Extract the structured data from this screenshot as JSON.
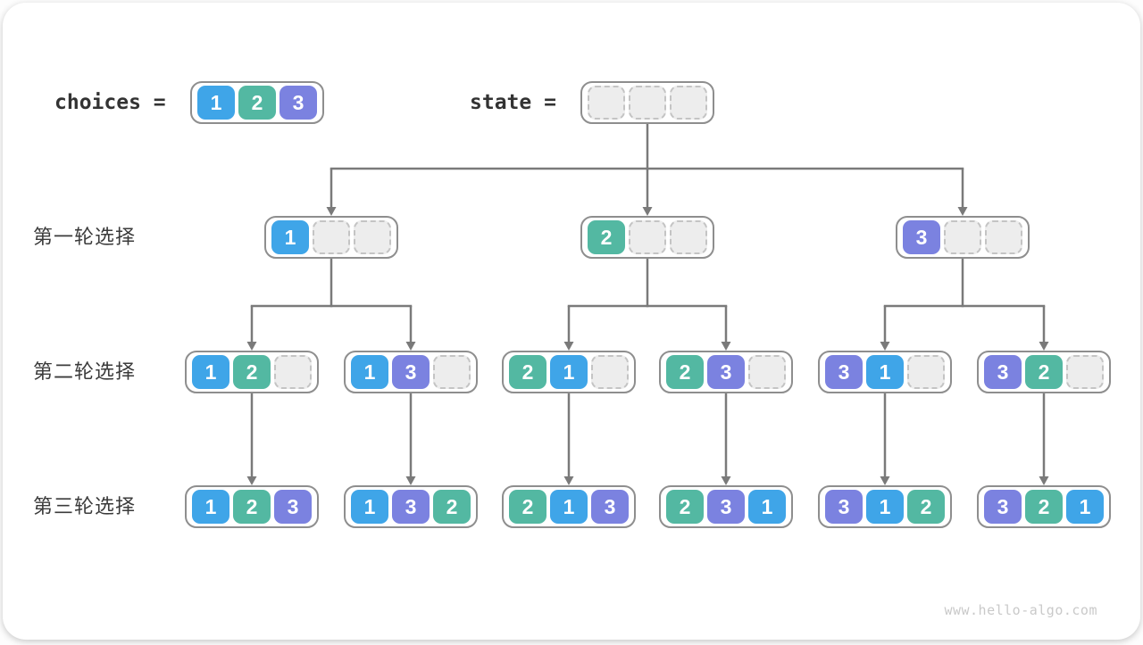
{
  "header": {
    "choices_label": "choices =",
    "state_label": "state ="
  },
  "choices_cells": [
    "1",
    "2",
    "3"
  ],
  "state_cells": [
    "",
    "",
    ""
  ],
  "rows": [
    {
      "label": "第一轮选择",
      "boxes": [
        [
          "1",
          "",
          ""
        ],
        [
          "2",
          "",
          ""
        ],
        [
          "3",
          "",
          ""
        ]
      ]
    },
    {
      "label": "第二轮选择",
      "boxes": [
        [
          "1",
          "2",
          ""
        ],
        [
          "1",
          "3",
          ""
        ],
        [
          "2",
          "1",
          ""
        ],
        [
          "2",
          "3",
          ""
        ],
        [
          "3",
          "1",
          ""
        ],
        [
          "3",
          "2",
          ""
        ]
      ]
    },
    {
      "label": "第三轮选择",
      "boxes": [
        [
          "1",
          "2",
          "3"
        ],
        [
          "1",
          "3",
          "2"
        ],
        [
          "2",
          "1",
          "3"
        ],
        [
          "2",
          "3",
          "1"
        ],
        [
          "3",
          "1",
          "2"
        ],
        [
          "3",
          "2",
          "1"
        ]
      ]
    }
  ],
  "colors": {
    "1": "#3fa5e8",
    "2": "#53b8a2",
    "3": "#7b82e0",
    "arrow": "#7a7a7a",
    "box_border": "#8e8e8e",
    "empty_fill": "#ededed",
    "empty_border": "#c4c4c4",
    "label_text": "#3b3b3b",
    "cell_text": "#ffffff",
    "watermark": "#c9c9c9"
  },
  "watermark": "www.hello-algo.com"
}
